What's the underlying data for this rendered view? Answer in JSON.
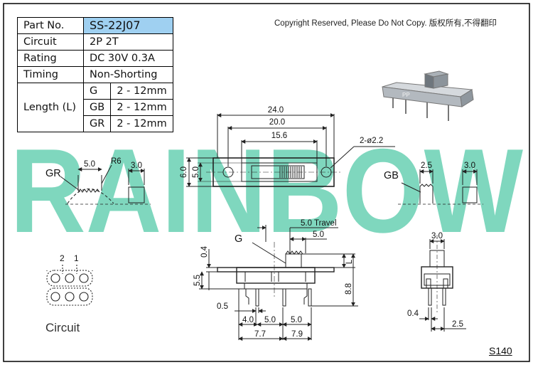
{
  "spec_table": {
    "part_no_label": "Part No.",
    "part_no_value": "SS-22J07",
    "circuit_label": "Circuit",
    "circuit_value": "2P 2T",
    "rating_label": "Rating",
    "rating_value": "DC 30V 0.3A",
    "timing_label": "Timing",
    "timing_value": "Non-Shorting",
    "length_label": "Length (L)",
    "length_rows": [
      {
        "code": "G",
        "range": "2 - 12mm"
      },
      {
        "code": "GB",
        "range": "2 - 12mm"
      },
      {
        "code": "GR",
        "range": "2 - 12mm"
      }
    ]
  },
  "copyright": "Copyright Reserved, Please Do Not Copy. 版权所有,不得翻印",
  "watermark": "RAINBOW",
  "top_view": {
    "dim_overall": "24.0",
    "dim_holes": "20.0",
    "dim_slot": "15.6",
    "dim_height_outer": "6.0",
    "dim_height_inner": "5.0",
    "hole_note": "2-ø2.2"
  },
  "actuators": {
    "gr_label": "GR",
    "gr_width": "5.0",
    "gr_radius": "R6",
    "gr_square": "3.0",
    "gb_label": "GB",
    "gb_width": "2.5",
    "gb_square": "3.0",
    "g_label": "G"
  },
  "side_view": {
    "travel": "5.0 Travel",
    "travel_width": "5.0",
    "dim_0_4": "0.4",
    "dim_5_5": "5.5",
    "dim_l": "L",
    "dim_8_8": "8.8",
    "dim_0_5": "0.5",
    "pin_4_0": "4.0",
    "pin_5_0a": "5.0",
    "pin_5_0b": "5.0",
    "dim_7_7": "7.7",
    "dim_7_9": "7.9"
  },
  "end_view": {
    "dim_3_0": "3.0",
    "dim_0_4": "0.4",
    "dim_2_5": "2.5"
  },
  "circuit": {
    "label": "Circuit",
    "pin_2": "2",
    "pin_1": "1"
  },
  "photo_marking": "PP",
  "drawing_code": "S140",
  "colors": {
    "watermark": "#4fc9a6",
    "highlight": "#9fd0f1",
    "line": "#222222"
  }
}
